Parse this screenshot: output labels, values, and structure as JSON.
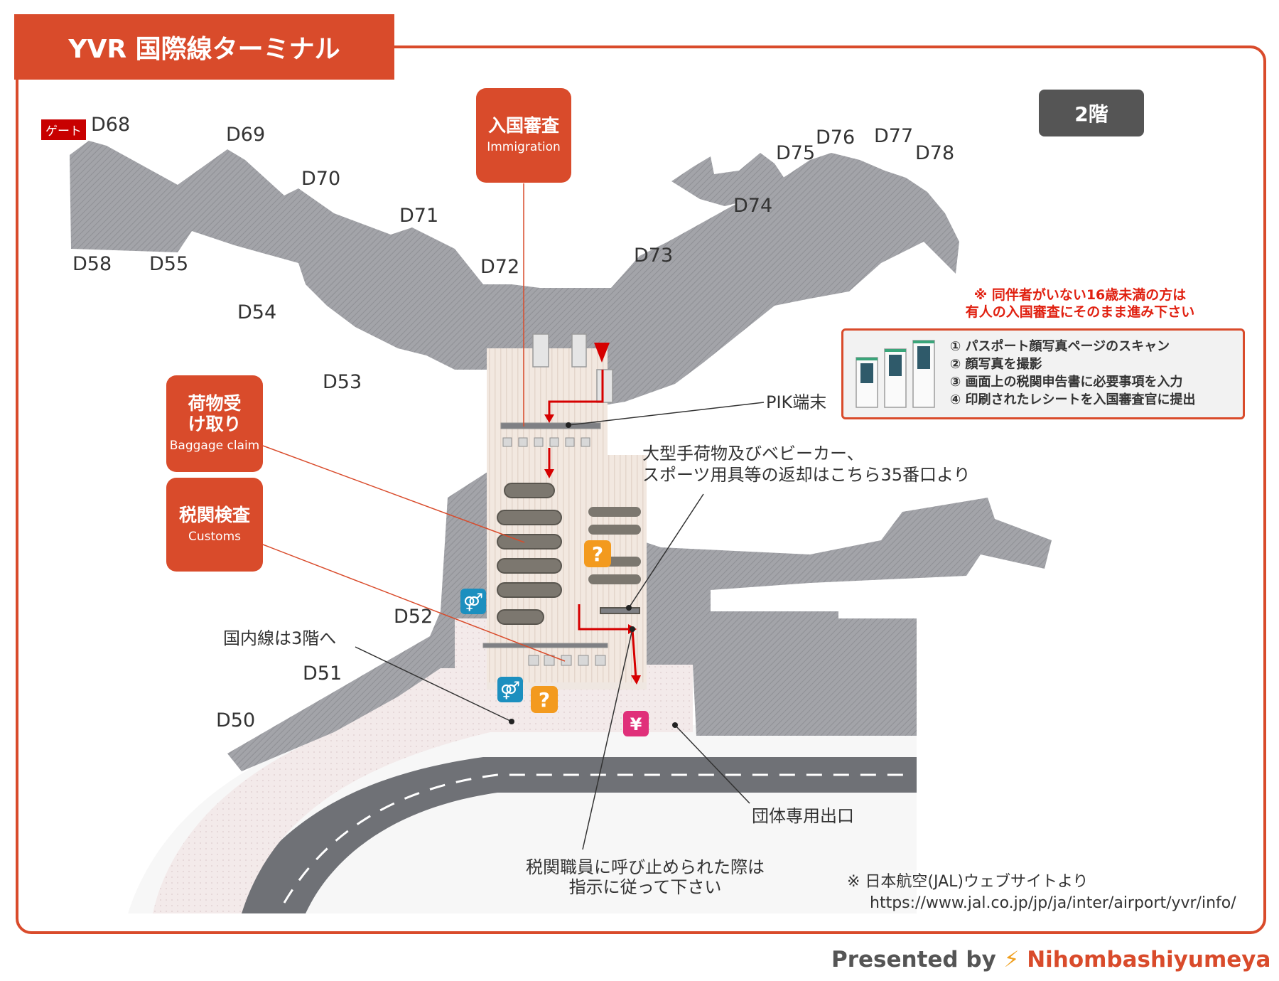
{
  "title": "YVR 国際線ターミナル",
  "floor": "2階",
  "gate_tag": "ゲート",
  "gates": [
    "D68",
    "D69",
    "D70",
    "D71",
    "D72",
    "D73",
    "D74",
    "D75",
    "D76",
    "D77",
    "D78",
    "D58",
    "D55",
    "D54",
    "D53",
    "D52",
    "D51",
    "D50"
  ],
  "callouts": {
    "immigration": {
      "ja": "入国審査",
      "en": "Immigration"
    },
    "baggage": {
      "ja": "荷物受け取り",
      "en": "Baggage claim"
    },
    "customs": {
      "ja": "税関検査",
      "en": "Customs"
    }
  },
  "labels": {
    "pik": "PIK端末",
    "oversize_1": "大型手荷物及びベビーカー、",
    "oversize_2": "スポーツ用具等の返却はこちら35番口より",
    "domestic": "国内線は3階へ",
    "group_exit": "団体専用出口",
    "customs_stop_1": "税関職員に呼び止められた際は",
    "customs_stop_2": "指示に従って下さい"
  },
  "notice": [
    "※ 同伴者がいない16歳未満の方は",
    "有人の入国審査にそのまま進み下さい"
  ],
  "steps": [
    "① パスポート顔写真ページのスキャン",
    "② 顔写真を撮影",
    "③ 画面上の税関申告書に必要事項を入力",
    "④ 印刷されたレシートを入国審査官に提出"
  ],
  "source": {
    "text": "※ 日本航空(JAL)ウェブサイトより",
    "url": "https://www.jal.co.jp/jp/ja/inter/airport/yvr/info/"
  },
  "footer": {
    "presented": "Presented by",
    "brand": "Nihombashiyumeya"
  },
  "icons": [
    "restroom-icon",
    "info-question-icon",
    "currency-exchange-icon",
    "route-arrow-icon"
  ],
  "colors": {
    "accent": "#d94b2b",
    "terminal": "#9d9ea3",
    "hall": "#efe7e1",
    "road": "#6f7176",
    "alert": "#e02010"
  }
}
